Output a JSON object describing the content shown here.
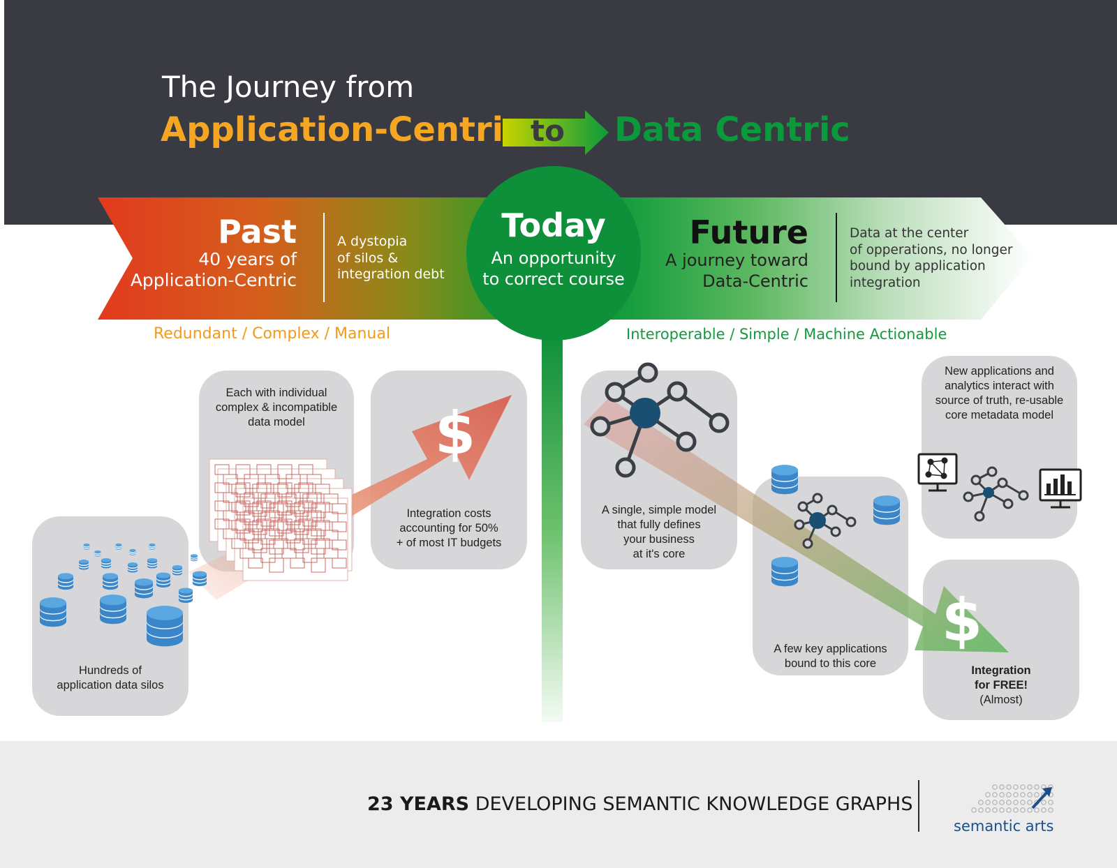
{
  "header": {
    "title_line1": "The Journey from",
    "from_label": "Application-Centric",
    "to_label": "to",
    "to_target": "Data Centric"
  },
  "band": {
    "past": {
      "title": "Past",
      "line1": "40 years of",
      "line2": "Application-Centric",
      "desc": [
        "A dystopia",
        "of silos &",
        "integration debt"
      ]
    },
    "today": {
      "title": "Today",
      "line1": "An opportunity",
      "line2": "to correct course"
    },
    "future": {
      "title": "Future",
      "line1": "A journey toward",
      "line2": "Data-Centric",
      "desc": [
        "Data at the center",
        "of opperations, no longer",
        "bound by application",
        "integration"
      ]
    }
  },
  "subtitles": {
    "past": "Redundant / Complex / Manual",
    "future": "Interoperable / Simple / Machine Actionable"
  },
  "panels": {
    "silos": [
      "Hundreds of",
      "application data silos"
    ],
    "models": [
      "Each with individual",
      "complex & incompatible",
      "data model"
    ],
    "costs": [
      "Integration costs",
      "accounting for 50%",
      "+ of most IT budgets"
    ],
    "single_model": [
      "A single, simple model",
      "that fully defines",
      "your business",
      "at it's core"
    ],
    "key_apps": [
      "A few key applications",
      "bound to this core"
    ],
    "new_apps": [
      "New applications and",
      "analytics interact with",
      "source of truth, re-usable",
      "core metadata model"
    ],
    "free_line1": "Integration",
    "free_line2": "for FREE!",
    "free_line3": "(Almost)"
  },
  "symbols": {
    "dollar": "$"
  },
  "footer": {
    "bold": "23 YEARS",
    "rest": " DEVELOPING SEMANTIC KNOWLEDGE GRAPHS",
    "brand": "semantic arts"
  },
  "colors": {
    "header_bg": "#3a3a42",
    "orange": "#f5a623",
    "green": "#0a9a3c",
    "past_red": "#e23a1e",
    "today_green": "#0e8f3a",
    "panel_gray": "#d7d7d9",
    "db_blue": "#3a86c8",
    "node_navy": "#1b4f72"
  }
}
